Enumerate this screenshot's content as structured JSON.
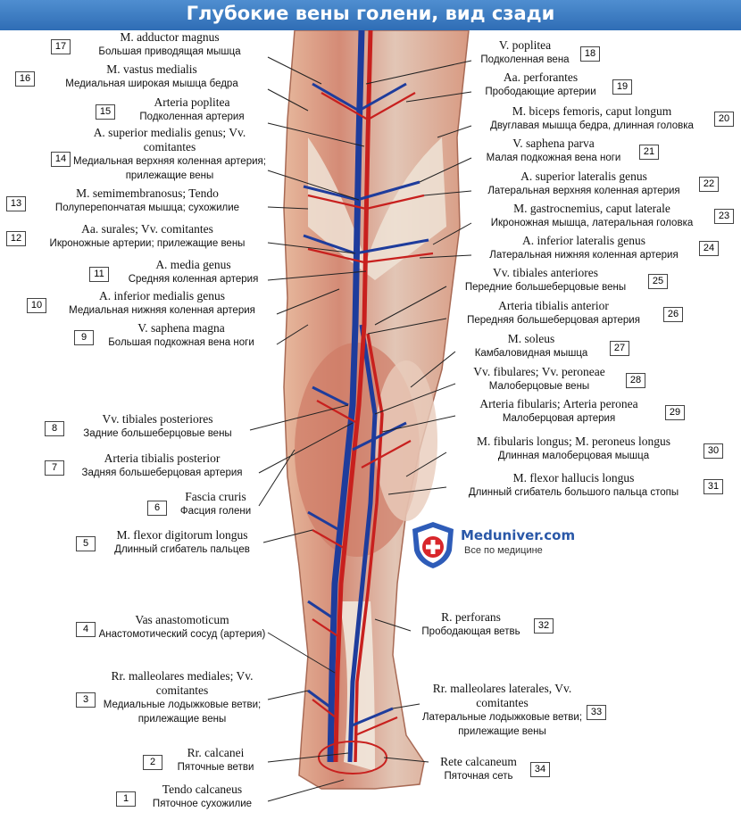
{
  "title": "Глубокие вены голени, вид сзади",
  "labels": [
    {
      "n": "17",
      "la": "M. adductor magnus",
      "ru": "Большая приводящая мышца"
    },
    {
      "n": "16",
      "la": "M. vastus medialis",
      "ru": "Медиальная широкая мышца бедра"
    },
    {
      "n": "15",
      "la": "Arteria poplitea",
      "ru": "Подколенная артерия"
    },
    {
      "n": "14",
      "la": "A. superior medialis genus; Vv. comitantes",
      "ru": "Медиальная верхняя коленная артерия; прилежащие вены"
    },
    {
      "n": "13",
      "la": "M. semimembranosus; Tendo",
      "ru": "Полуперепончатая мышца; сухожилие"
    },
    {
      "n": "12",
      "la": "Aa. surales; Vv. comitantes",
      "ru": "Икроножные артерии; прилежащие вены"
    },
    {
      "n": "11",
      "la": "A. media genus",
      "ru": "Средняя коленная артерия"
    },
    {
      "n": "10",
      "la": "A. inferior medialis genus",
      "ru": "Медиальная нижняя коленная артерия"
    },
    {
      "n": "9",
      "la": "V. saphena magna",
      "ru": "Большая подкожная вена ноги"
    },
    {
      "n": "8",
      "la": "Vv. tibiales posteriores",
      "ru": "Задние большеберцовые вены"
    },
    {
      "n": "7",
      "la": "Arteria tibialis posterior",
      "ru": "Задняя большеберцовая артерия"
    },
    {
      "n": "6",
      "la": "Fascia cruris",
      "ru": "Фасция голени"
    },
    {
      "n": "5",
      "la": "M. flexor digitorum longus",
      "ru": "Длинный сгибатель пальцев"
    },
    {
      "n": "4",
      "la": "Vas anastomoticum",
      "ru": "Анастомотический сосуд (артерия)"
    },
    {
      "n": "3",
      "la": "Rr. malleolares mediales; Vv. comitantes",
      "ru": "Медиальные лодыжковые ветви; прилежащие вены"
    },
    {
      "n": "2",
      "la": "Rr. calcanei",
      "ru": "Пяточные ветви"
    },
    {
      "n": "1",
      "la": "Tendo calcaneus",
      "ru": "Пяточное сухожилие"
    },
    {
      "n": "18",
      "la": "V. poplitea",
      "ru": "Подколенная вена"
    },
    {
      "n": "19",
      "la": "Aa. perforantes",
      "ru": "Прободающие артерии"
    },
    {
      "n": "20",
      "la": "M. biceps femoris, caput longum",
      "ru": "Двуглавая мышца бедра, длинная головка"
    },
    {
      "n": "21",
      "la": "V. saphena parva",
      "ru": "Малая подкожная вена ноги"
    },
    {
      "n": "22",
      "la": "A. superior lateralis genus",
      "ru": "Латеральная верхняя коленная артерия"
    },
    {
      "n": "23",
      "la": "M. gastrocnemius, caput laterale",
      "ru": "Икроножная мышца, латеральная головка"
    },
    {
      "n": "24",
      "la": "A. inferior lateralis genus",
      "ru": "Латеральная нижняя коленная артерия"
    },
    {
      "n": "25",
      "la": "Vv. tibiales anteriores",
      "ru": "Передние большеберцовые вены"
    },
    {
      "n": "26",
      "la": "Arteria tibialis anterior",
      "ru": "Передняя большеберцовая артерия"
    },
    {
      "n": "27",
      "la": "M. soleus",
      "ru": "Камбаловидная мышца"
    },
    {
      "n": "28",
      "la": "Vv. fibulares; Vv. peroneae",
      "ru": "Малоберцовые вены"
    },
    {
      "n": "29",
      "la": "Arteria fibularis; Arteria peronea",
      "ru": "Малоберцовая артерия"
    },
    {
      "n": "30",
      "la": "M. fibularis longus; M. peroneus longus",
      "ru": "Длинная малоберцовая мышца"
    },
    {
      "n": "31",
      "la": "M. flexor hallucis longus",
      "ru": "Длинный сгибатель большого пальца стопы"
    },
    {
      "n": "32",
      "la": "R. perforans",
      "ru": "Прободающая ветвь"
    },
    {
      "n": "33",
      "la": "Rr. malleolares laterales, Vv. comitantes",
      "ru": "Латеральные лодыжковые ветви; прилежащие вены"
    },
    {
      "n": "34",
      "la": "Rete calcaneum",
      "ru": "Пяточная сеть"
    }
  ],
  "logo": {
    "brand": "Meduniver.com",
    "tagline": "Все по медицине"
  },
  "colors": {
    "header": "#3a7bc6",
    "artery": "#c8201e",
    "vein": "#1e3c9c",
    "muscle": "#c86a5a",
    "tendon": "#ece1d3",
    "skin": "#e8c2a8"
  }
}
